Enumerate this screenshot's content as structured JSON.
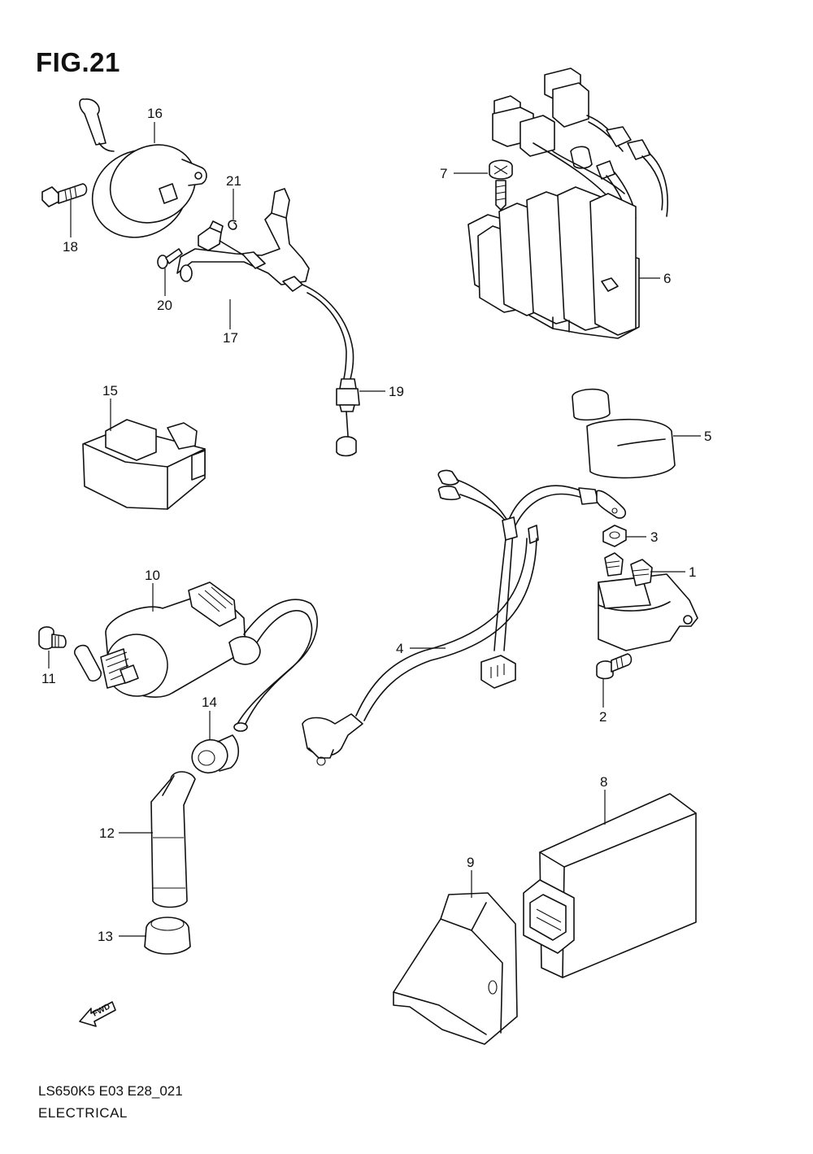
{
  "figure": {
    "title": "FIG.21",
    "model_code": "LS650K5 E03 E28_021",
    "section": "ELECTRICAL"
  },
  "callouts": [
    "1",
    "2",
    "3",
    "4",
    "5",
    "6",
    "7",
    "8",
    "9",
    "10",
    "11",
    "12",
    "13",
    "14",
    "15",
    "16",
    "17",
    "18",
    "19",
    "20",
    "21"
  ],
  "fwd_label": "FWD"
}
